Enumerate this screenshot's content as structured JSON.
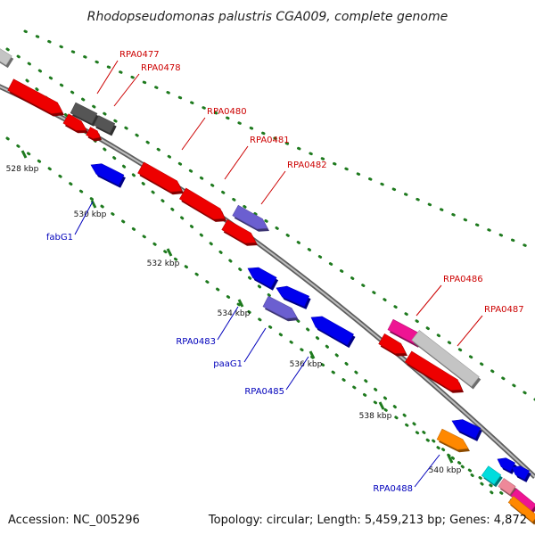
{
  "title": "Rhodopseudomonas palustris CGA009, complete genome",
  "footer": {
    "accession": "Accession: NC_005296",
    "stats": "Topology: circular; Length: 5,459,213 bp; Genes: 4,872"
  },
  "colors": {
    "backbone": "#777777",
    "tick": "#1e7a1e",
    "forward_label": "#cc0000",
    "reverse_label": "#0000bb",
    "red": "#ee0000",
    "grey": "#555555",
    "lightgrey": "#c4c4c4",
    "blue": "#0000ee",
    "purple": "#6b5fd0",
    "magenta": "#ee1493",
    "orange": "#ff8800",
    "cyan": "#00dddd",
    "pink": "#ee8899"
  },
  "ticks": [
    {
      "label": "528 kbp"
    },
    {
      "label": "530 kbp"
    },
    {
      "label": "532 kbp"
    },
    {
      "label": "534 kbp"
    },
    {
      "label": "536 kbp"
    },
    {
      "label": "538 kbp"
    },
    {
      "label": "540 kbp"
    }
  ],
  "gene_labels": [
    {
      "text": "RPA0477",
      "strand": "forward"
    },
    {
      "text": "RPA0478",
      "strand": "forward"
    },
    {
      "text": "RPA0480",
      "strand": "forward"
    },
    {
      "text": "RPA0481",
      "strand": "forward"
    },
    {
      "text": "RPA0482",
      "strand": "forward"
    },
    {
      "text": "RPA0486",
      "strand": "forward"
    },
    {
      "text": "RPA0487",
      "strand": "forward"
    },
    {
      "text": "fabG1",
      "strand": "reverse"
    },
    {
      "text": "RPA0483",
      "strand": "reverse"
    },
    {
      "text": "paaG1",
      "strand": "reverse"
    },
    {
      "text": "RPA0485",
      "strand": "reverse"
    },
    {
      "text": "RPA0488",
      "strand": "reverse"
    }
  ],
  "features": [
    {
      "name": "feature-grey-top",
      "color": "lightgrey"
    },
    {
      "name": "feature-red-0476",
      "color": "red"
    },
    {
      "name": "feature-grey-0477",
      "color": "grey"
    },
    {
      "name": "feature-grey-0478",
      "color": "grey"
    },
    {
      "name": "feature-red-a",
      "color": "red"
    },
    {
      "name": "feature-red-b",
      "color": "red"
    },
    {
      "name": "feature-blue-fabG1",
      "color": "blue"
    },
    {
      "name": "feature-red-0480",
      "color": "red"
    },
    {
      "name": "feature-red-0481",
      "color": "red"
    },
    {
      "name": "feature-purple-0482",
      "color": "purple"
    },
    {
      "name": "feature-red-c",
      "color": "red"
    },
    {
      "name": "feature-blue-0483",
      "color": "blue"
    },
    {
      "name": "feature-blue-d",
      "color": "blue"
    },
    {
      "name": "feature-purple-paaG1",
      "color": "purple"
    },
    {
      "name": "feature-blue-0485",
      "color": "blue"
    },
    {
      "name": "feature-magenta-0486",
      "color": "magenta"
    },
    {
      "name": "feature-red-e",
      "color": "red"
    },
    {
      "name": "feature-grey-0487",
      "color": "lightgrey"
    },
    {
      "name": "feature-red-f",
      "color": "red"
    },
    {
      "name": "feature-blue-0488",
      "color": "blue"
    },
    {
      "name": "feature-orange-0488",
      "color": "orange"
    },
    {
      "name": "feature-cyan",
      "color": "cyan"
    },
    {
      "name": "feature-blue-g",
      "color": "blue"
    },
    {
      "name": "feature-blue-h",
      "color": "blue"
    },
    {
      "name": "feature-pink",
      "color": "pink"
    },
    {
      "name": "feature-magenta-b",
      "color": "magenta"
    },
    {
      "name": "feature-orange-b",
      "color": "orange"
    }
  ]
}
